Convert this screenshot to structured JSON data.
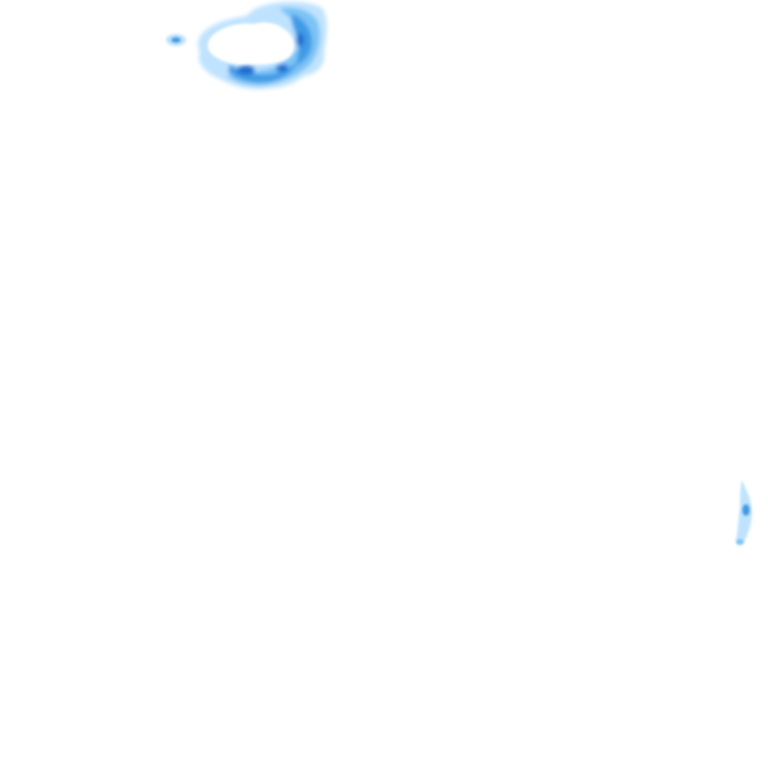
{
  "layer": {
    "background_color": "#ffffff",
    "palette": {
      "light": "#bfe3ff",
      "medium": "#7cc3f5",
      "strong": "#3f9be6",
      "intense": "#1a6fcf"
    },
    "echoes": [
      {
        "name": "precipitation-cell-north",
        "peak_intensity": "intense"
      },
      {
        "name": "precipitation-speck-west",
        "peak_intensity": "strong"
      },
      {
        "name": "precipitation-streak-east",
        "peak_intensity": "strong"
      }
    ]
  }
}
